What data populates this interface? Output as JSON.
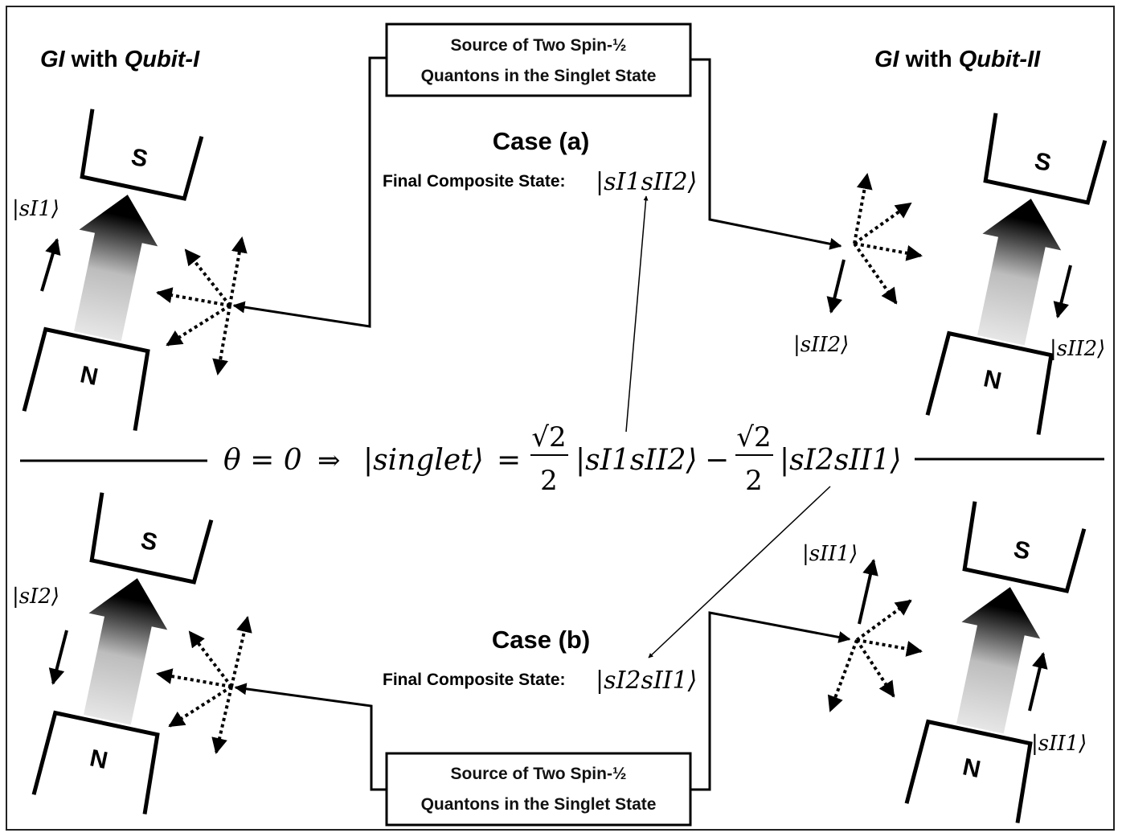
{
  "titles": {
    "left": {
      "gi": "GI",
      "with": " with ",
      "qubit": "Qubit-I"
    },
    "right": {
      "gi": "GI",
      "with": " with ",
      "qubit": "Qubit-II"
    }
  },
  "source": {
    "line1": "Source of Two Spin-½",
    "line2": "Quantons in the Singlet State"
  },
  "case_a": {
    "title": "Case (a)",
    "label": "Final Composite State:",
    "state": "|sI1sII2⟩"
  },
  "case_b": {
    "title": "Case (b)",
    "label": "Final Composite State:",
    "state": "|sI2sII1⟩"
  },
  "kets": {
    "sI1": "|sI1⟩",
    "sI2": "|sI2⟩",
    "sII1": "|sII1⟩",
    "sII2": "|sII2⟩"
  },
  "magnet": {
    "south": "S",
    "north": "N"
  },
  "equation": {
    "lhs": "θ = 0",
    "implies": "⇒",
    "singlet": "|singlet⟩",
    "equals": "=",
    "coef_num": "√2",
    "coef_den": "2",
    "term1": "|sI1sII2⟩",
    "minus": "−",
    "term2": "|sI2sII1⟩"
  }
}
